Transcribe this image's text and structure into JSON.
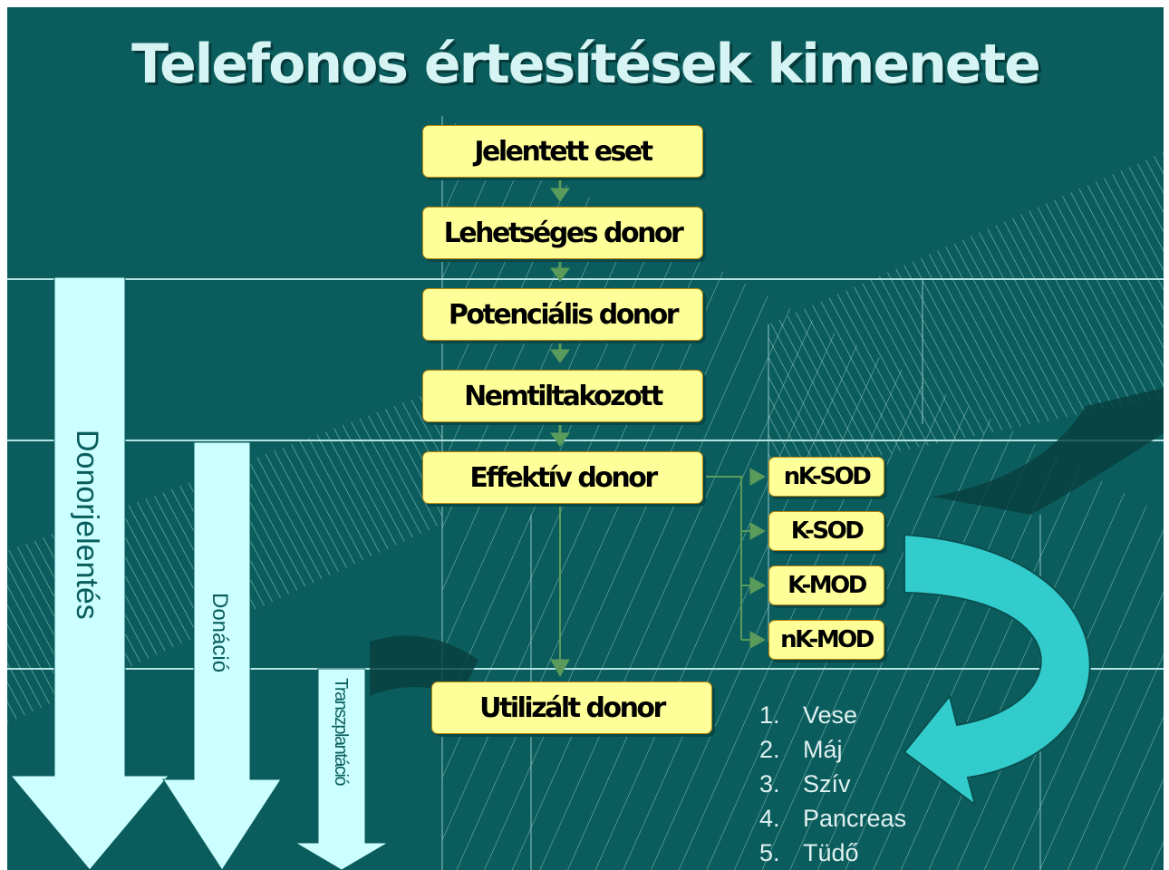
{
  "slide": {
    "title": "Telefonos értesítések kimenete",
    "colors": {
      "background": "#0b5d5d",
      "box_fill": "#ffff99",
      "arrow_fill": "#ccffff",
      "connector": "#5a9a5a",
      "curved_arrow": "#33cccc"
    }
  },
  "flow": {
    "steps": [
      "Jelentett eset",
      "Lehetséges donor",
      "Potenciális donor",
      "Nemtiltakozott",
      "Effektív donor",
      "Utilizált donor"
    ],
    "branches": [
      "nK-SOD",
      "K-SOD",
      "K-MOD",
      "nK-MOD"
    ]
  },
  "arrows": {
    "donorjelentes": "Donorjelentés",
    "donacio": "Donáció",
    "transzplantacio": "Transzplantáció"
  },
  "organs": [
    {
      "num": "1.",
      "name": "Vese"
    },
    {
      "num": "2.",
      "name": "Máj"
    },
    {
      "num": "3.",
      "name": "Szív"
    },
    {
      "num": "4.",
      "name": "Pancreas"
    },
    {
      "num": "5.",
      "name": "Tüdő"
    }
  ]
}
